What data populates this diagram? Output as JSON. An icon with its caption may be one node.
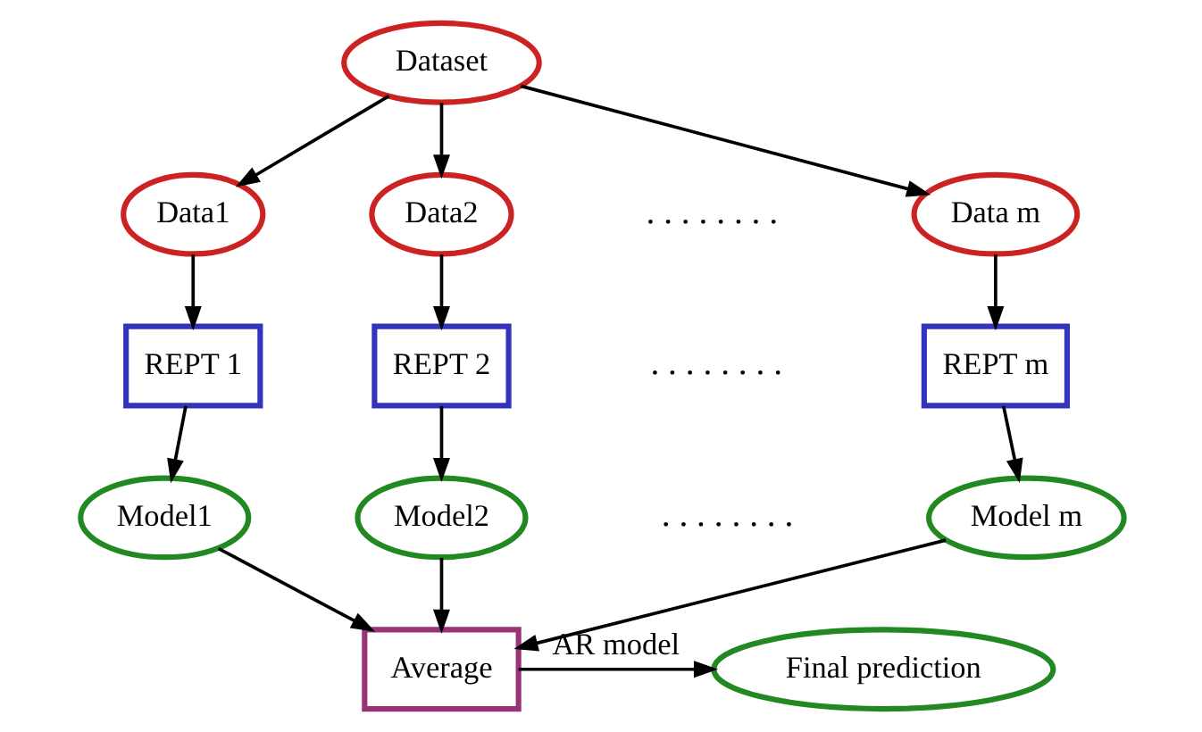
{
  "diagram": {
    "nodes": [
      {
        "text": [
          "Dataset"
        ]
      },
      {
        "text": [
          "Data1"
        ]
      },
      {
        "text": [
          "Data2"
        ]
      },
      {
        "text": [
          "Data m"
        ]
      },
      {
        "text": [
          "REPT 1"
        ]
      },
      {
        "text": [
          "REPT 2"
        ]
      },
      {
        "text": [
          "REPT m"
        ]
      },
      {
        "text": [
          "Model1"
        ]
      },
      {
        "text": [
          "Model2"
        ]
      },
      {
        "text": [
          "Model m"
        ]
      },
      {
        "text": [
          "Average"
        ]
      },
      {
        "text": [
          "Final prediction"
        ]
      }
    ],
    "edges": [
      {
        "from": 0,
        "to": 1,
        "arrow": "to"
      },
      {
        "from": 0,
        "to": 2,
        "arrow": "to"
      },
      {
        "from": 0,
        "to": 3,
        "arrow": "to"
      },
      {
        "from": 1,
        "to": 4,
        "arrow": "to"
      },
      {
        "from": 2,
        "to": 5,
        "arrow": "to"
      },
      {
        "from": 3,
        "to": 6,
        "arrow": "to"
      },
      {
        "from": 4,
        "to": 7,
        "arrow": "to"
      },
      {
        "from": 5,
        "to": 8,
        "arrow": "to"
      },
      {
        "from": 6,
        "to": 9,
        "arrow": "to"
      },
      {
        "from": 7,
        "to": 10,
        "arrow": "to"
      },
      {
        "from": 8,
        "to": 10,
        "arrow": "to"
      },
      {
        "from": 9,
        "to": 10,
        "arrow": "to"
      },
      {
        "from": 10,
        "to": 11,
        "label": "AR model",
        "arrow": "to"
      }
    ],
    "labels": [
      ". . . . . . . .",
      ". . . . . . . .",
      ". . . . . . . ."
    ]
  }
}
